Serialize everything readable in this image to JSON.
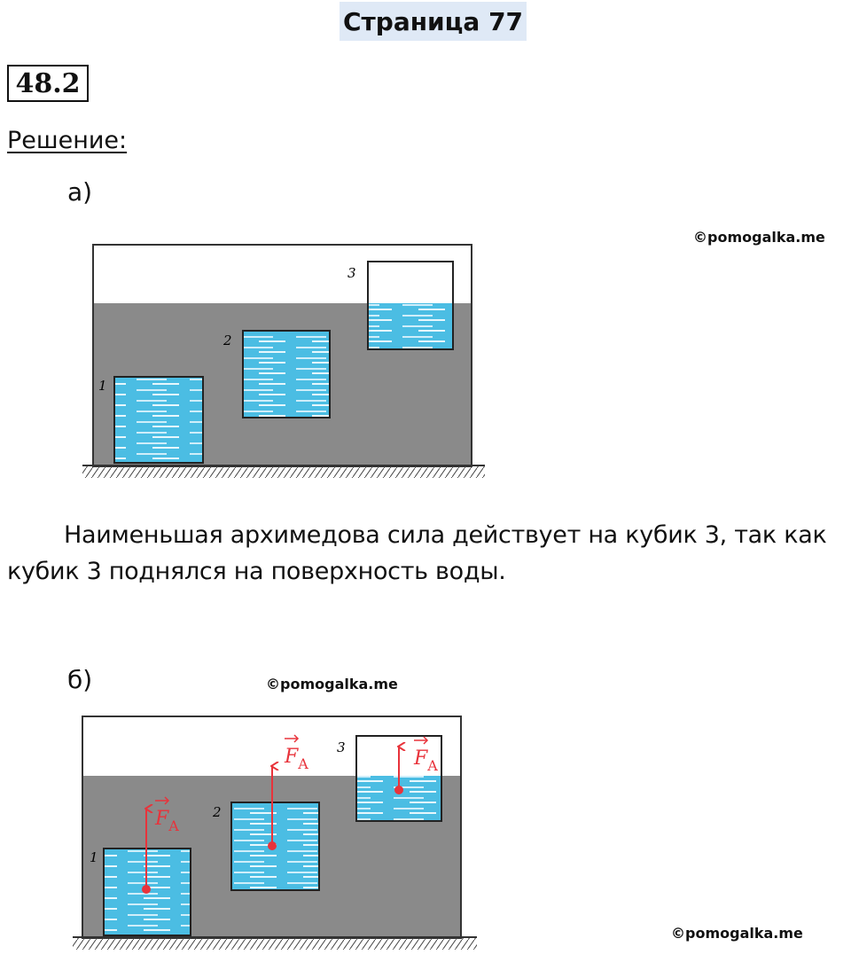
{
  "page": {
    "title": "Страница 77",
    "task_number": "48.2",
    "solution_label": "Решение:",
    "watermark": "©pomogalka.me"
  },
  "part_a": {
    "label": "а)",
    "cube_labels": [
      "1",
      "2",
      "3"
    ],
    "answer": "Наименьшая архимедова сила действует на кубик 3, так как кубик 3 поднялся на поверхность воды."
  },
  "part_b": {
    "label": "б)",
    "cube_labels": [
      "1",
      "2",
      "3"
    ],
    "force_label": "F",
    "force_subscript": "A"
  },
  "colors": {
    "title_bg": "#dfe9f6",
    "water": "#8a8a8a",
    "cube": "#4bbde3",
    "force": "#e8333b"
  }
}
